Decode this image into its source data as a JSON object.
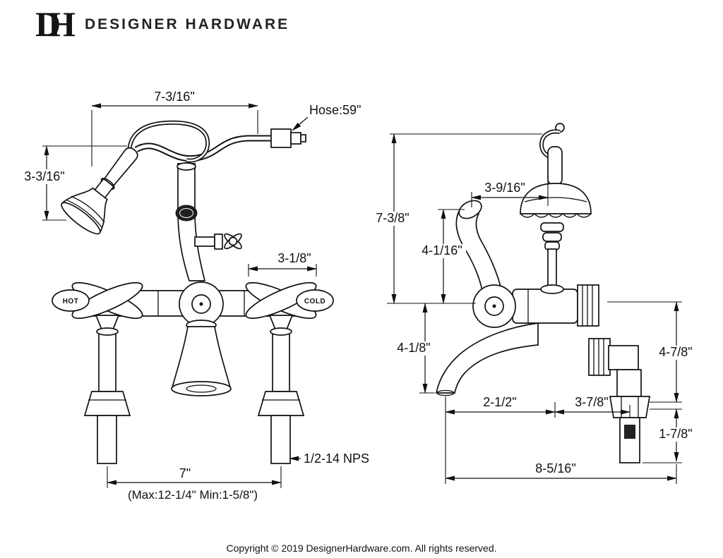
{
  "header": {
    "monogram": "DH",
    "brand": "DESIGNER HARDWARE"
  },
  "footer": {
    "copyright": "Copyright © 2019 DesignerHardware.com. All rights reserved."
  },
  "front": {
    "dims": {
      "width_top": "7-3/16\"",
      "hose_length": "Hose:59\"",
      "shower_head_height": "3-3/16\"",
      "handle_width": "3-1/8\"",
      "thread_spec": "1/2-14 NPS",
      "faucet_centers": "7\"",
      "centers_range": "(Max:12-1/4\" Min:1-5/8\")"
    },
    "labels": {
      "hot": "HOT",
      "cold": "COLD"
    }
  },
  "side": {
    "dims": {
      "hook_offset": "3-9/16\"",
      "total_height": "7-3/8\"",
      "upper_height": "4-1/16\"",
      "lower_height": "4-1/8\"",
      "spout_reach": "2-1/2\"",
      "spout_to_shank": "3-7/8\"",
      "right_height": "4-7/8\"",
      "shank_length": "1-7/8\"",
      "total_depth": "8-5/16\""
    }
  }
}
